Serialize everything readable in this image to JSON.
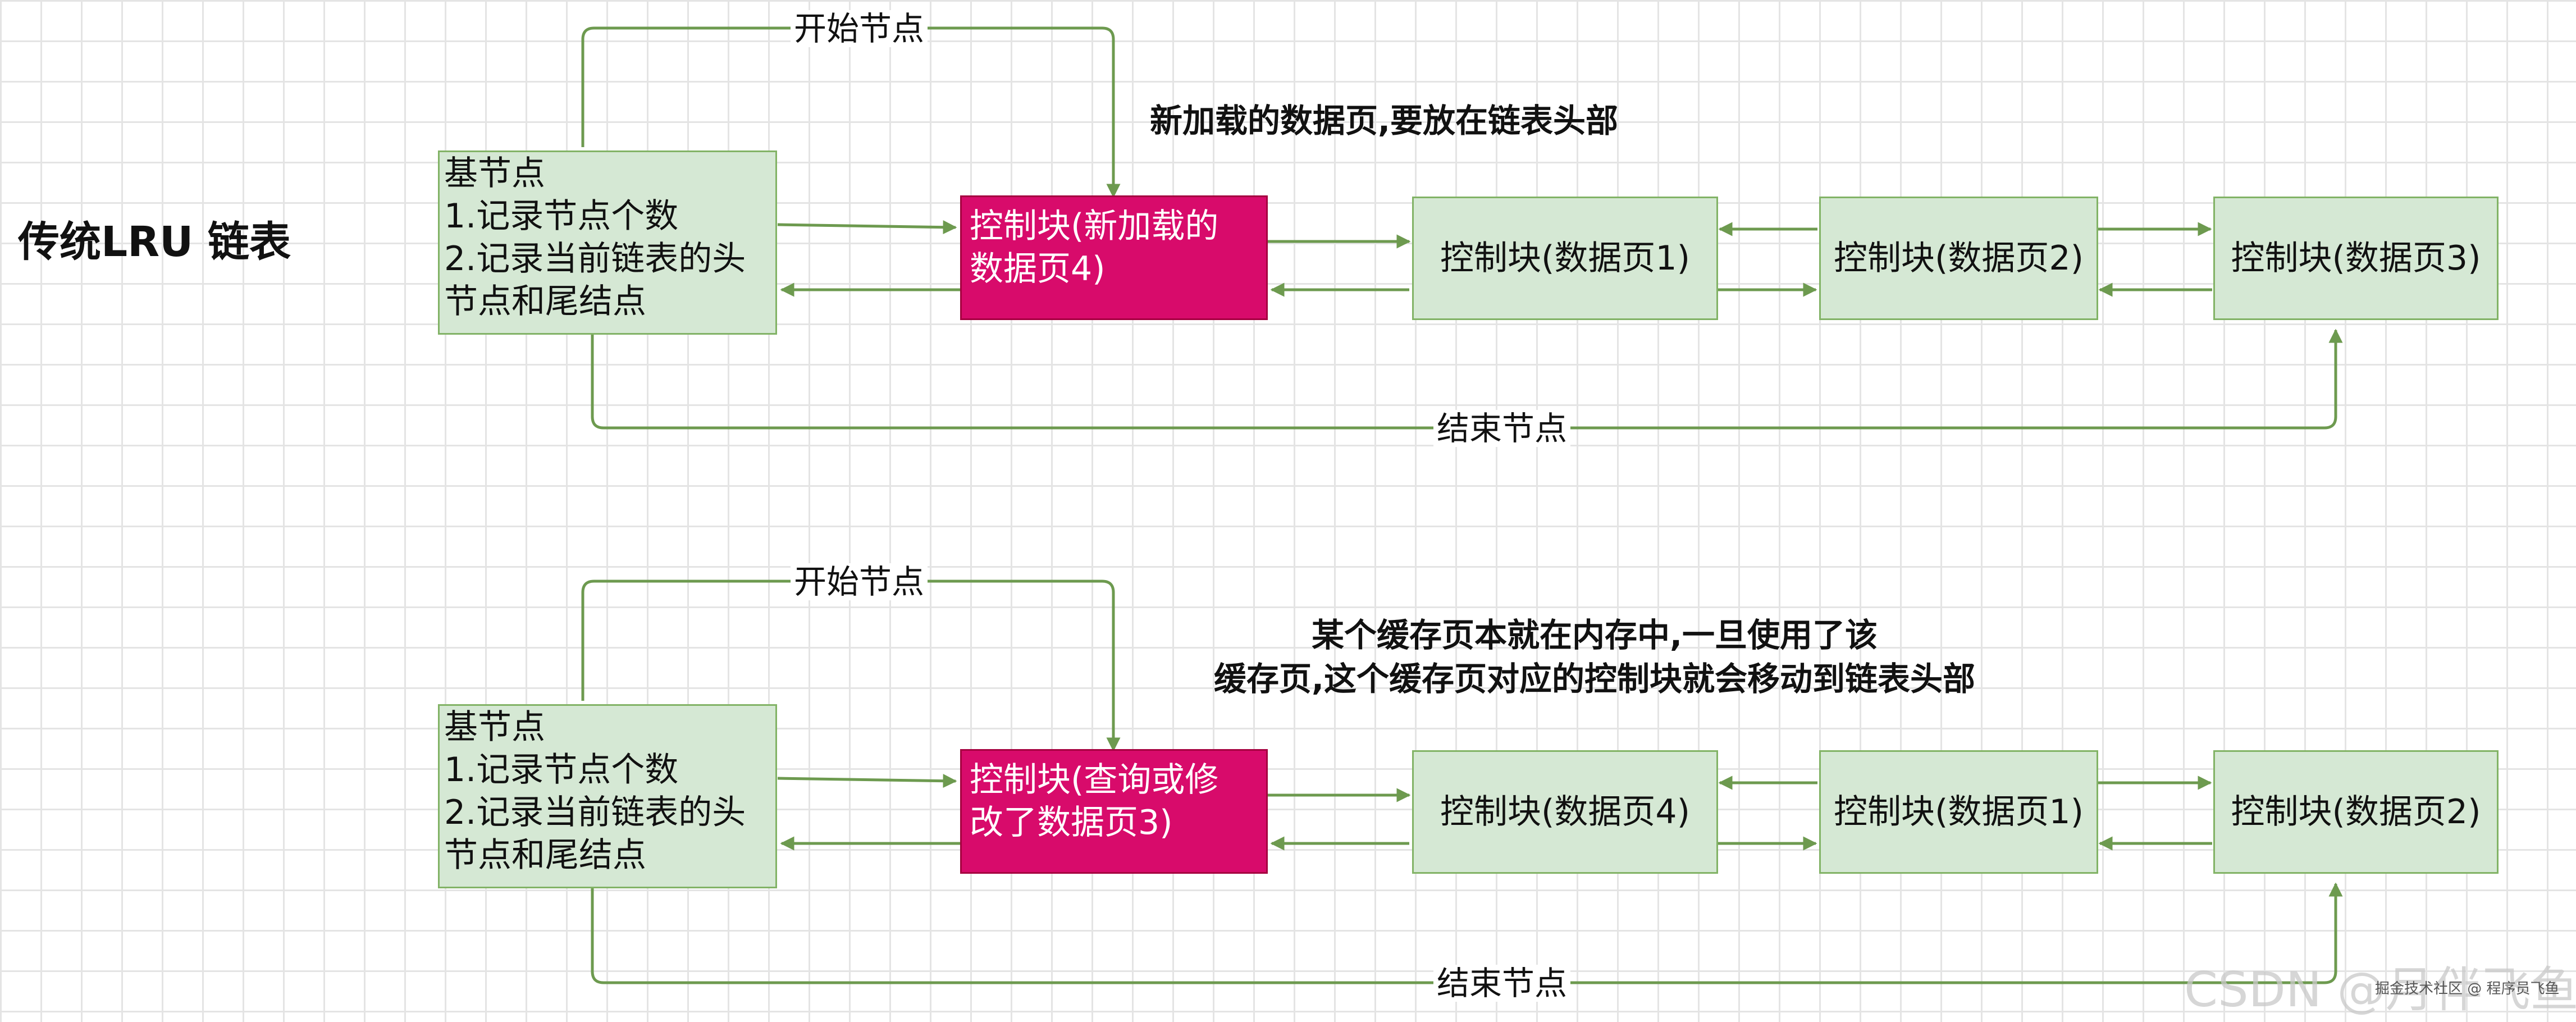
{
  "title": "传统LRU 链表",
  "diagrams": [
    {
      "base_node": [
        "基节点",
        "1.记录节点个数",
        "2.记录当前链表的头",
        "节点和尾结点"
      ],
      "highlight_node": [
        "控制块(新加载的",
        "数据页4)"
      ],
      "nodes": [
        "控制块(数据页1)",
        "控制块(数据页2)",
        "控制块(数据页3)"
      ],
      "start_label": "开始节点",
      "end_label": "结束节点",
      "note": [
        "新加载的数据页,要放在链表头部"
      ]
    },
    {
      "base_node": [
        "基节点",
        "1.记录节点个数",
        "2.记录当前链表的头",
        "节点和尾结点"
      ],
      "highlight_node": [
        "控制块(查询或修",
        "改了数据页3)"
      ],
      "nodes": [
        "控制块(数据页4)",
        "控制块(数据页1)",
        "控制块(数据页2)"
      ],
      "start_label": "开始节点",
      "end_label": "结束节点",
      "note": [
        "某个缓存页本就在内存中,一旦使用了该",
        "缓存页,这个缓存页对应的控制块就会移动到链表头部"
      ]
    }
  ],
  "watermark": [
    "CSDN @月伴飞鱼",
    "掘金技术社区 @ 程序员飞鱼"
  ],
  "colors": {
    "green_fill": "#d5e8d4",
    "green_stroke": "#82b366",
    "pink_fill": "#d80b6b",
    "pink_stroke": "#a50040",
    "arrow": "#6d9a4f"
  }
}
